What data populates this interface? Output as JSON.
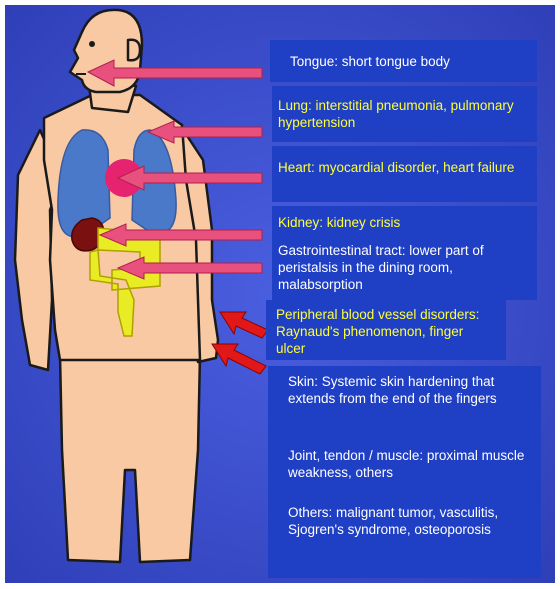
{
  "colors": {
    "background": "#3a4fd0",
    "panel": "#1f3fc4",
    "skin": "#f8c9a2",
    "organ_outline": "#c08060",
    "lung": "#4a79c9",
    "heart": "#e5236f",
    "kidney": "#7a1010",
    "intestine": "#e9ec25",
    "arrow_pink": "#e8507e",
    "arrow_red": "#e01818",
    "white_text": "#ffffff",
    "yellow_text": "#ffff3a"
  },
  "labels": {
    "tongue": "Tongue: short tongue body",
    "lung": "Lung: interstitial pneumonia, pulmonary hypertension",
    "heart": "Heart: myocardial disorder, heart failure",
    "kidney": "Kidney: kidney crisis",
    "gi": "Gastrointestinal tract: lower part of peristalsis in the dining room, malabsorption",
    "vessel": "Peripheral blood vessel disorders: Raynaud's phenomenon, finger ulcer",
    "skin": "Skin: Systemic skin hardening that extends from the end of the fingers",
    "joint": "Joint, tendon / muscle: proximal muscle weakness, others",
    "others": "Others: malignant tumor, vasculitis, Sjogren's syndrome, osteoporosis"
  }
}
